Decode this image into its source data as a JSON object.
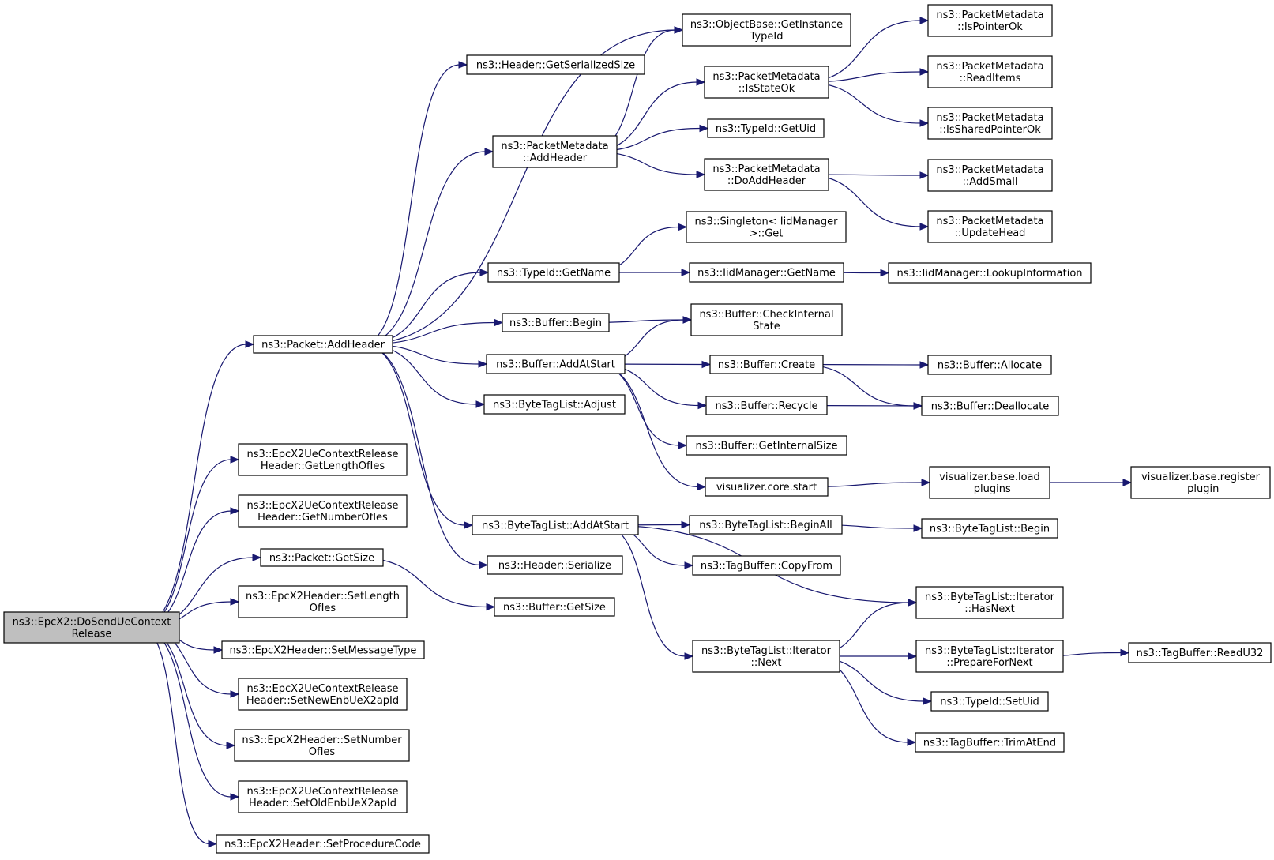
{
  "graph": {
    "root": "doSendUeContextRelease",
    "colors": {
      "edge": "#191970",
      "node_border": "#000000",
      "node_border_undocumented": "#ff0000",
      "root_fill": "#bfbfbf",
      "node_fill": "#ffffff"
    },
    "nodes": [
      {
        "id": "doSendUeContextRelease",
        "lines": [
          "ns3::EpcX2::DoSendUeContext",
          "Release"
        ],
        "style": "root"
      },
      {
        "id": "packetAddHeader",
        "lines": [
          "ns3::Packet::AddHeader"
        ]
      },
      {
        "id": "lenIes",
        "lines": [
          "ns3::EpcX2UeContextRelease",
          "Header::GetLengthOfIes"
        ]
      },
      {
        "id": "numIes",
        "lines": [
          "ns3::EpcX2UeContextRelease",
          "Header::GetNumberOfIes"
        ]
      },
      {
        "id": "packetGetSize",
        "lines": [
          "ns3::Packet::GetSize"
        ]
      },
      {
        "id": "setLengthOfIes",
        "lines": [
          "ns3::EpcX2Header::SetLength",
          "OfIes"
        ]
      },
      {
        "id": "setMessageType",
        "lines": [
          "ns3::EpcX2Header::SetMessageType"
        ]
      },
      {
        "id": "setNewEnb",
        "lines": [
          "ns3::EpcX2UeContextRelease",
          "Header::SetNewEnbUeX2apId"
        ]
      },
      {
        "id": "setNumberOfIes",
        "lines": [
          "ns3::EpcX2Header::SetNumber",
          "OfIes"
        ]
      },
      {
        "id": "setOldEnb",
        "lines": [
          "ns3::EpcX2UeContextRelease",
          "Header::SetOldEnbUeX2apId"
        ]
      },
      {
        "id": "setProcCode",
        "lines": [
          "ns3::EpcX2Header::SetProcedureCode"
        ]
      },
      {
        "id": "headerGetSerSize",
        "lines": [
          "ns3::Header::GetSerializedSize"
        ]
      },
      {
        "id": "objGetInstance",
        "lines": [
          "ns3::ObjectBase::GetInstance",
          "TypeId"
        ]
      },
      {
        "id": "pmAddHeader",
        "lines": [
          "ns3::PacketMetadata",
          "::AddHeader"
        ]
      },
      {
        "id": "typeIdGetName",
        "lines": [
          "ns3::TypeId::GetName"
        ]
      },
      {
        "id": "bufferBegin",
        "lines": [
          "ns3::Buffer::Begin"
        ]
      },
      {
        "id": "bufferAddAtStart",
        "lines": [
          "ns3::Buffer::AddAtStart"
        ]
      },
      {
        "id": "btlAdjust",
        "lines": [
          "ns3::ByteTagList::Adjust"
        ]
      },
      {
        "id": "btlAddAtStart",
        "lines": [
          "ns3::ByteTagList::AddAtStart"
        ]
      },
      {
        "id": "headerSerialize",
        "lines": [
          "ns3::Header::Serialize"
        ]
      },
      {
        "id": "bufferGetSize",
        "lines": [
          "ns3::Buffer::GetSize"
        ]
      },
      {
        "id": "pmIsStateOk",
        "lines": [
          "ns3::PacketMetadata",
          "::IsStateOk"
        ]
      },
      {
        "id": "typeIdGetUid",
        "lines": [
          "ns3::TypeId::GetUid"
        ]
      },
      {
        "id": "pmDoAddHeader",
        "lines": [
          "ns3::PacketMetadata",
          "::DoAddHeader"
        ]
      },
      {
        "id": "singletonGet",
        "lines": [
          "ns3::Singleton< IidManager",
          ">::Get"
        ]
      },
      {
        "id": "iidGetName",
        "lines": [
          "ns3::IidManager::GetName"
        ]
      },
      {
        "id": "bufferCheckInternal",
        "lines": [
          "ns3::Buffer::CheckInternal",
          "State"
        ]
      },
      {
        "id": "bufferCreate",
        "lines": [
          "ns3::Buffer::Create"
        ]
      },
      {
        "id": "bufferRecycle",
        "lines": [
          "ns3::Buffer::Recycle"
        ]
      },
      {
        "id": "bufferGetInternalSize",
        "lines": [
          "ns3::Buffer::GetInternalSize"
        ]
      },
      {
        "id": "vizCoreStart",
        "lines": [
          "visualizer.core.start"
        ]
      },
      {
        "id": "btlBeginAll",
        "lines": [
          "ns3::ByteTagList::BeginAll"
        ]
      },
      {
        "id": "tagBufCopyFrom",
        "lines": [
          "ns3::TagBuffer::CopyFrom"
        ]
      },
      {
        "id": "btlIterNext",
        "lines": [
          "ns3::ByteTagList::Iterator",
          "::Next"
        ]
      },
      {
        "id": "pmIsPointerOk",
        "lines": [
          "ns3::PacketMetadata",
          "::IsPointerOk"
        ]
      },
      {
        "id": "pmReadItems",
        "lines": [
          "ns3::PacketMetadata",
          "::ReadItems"
        ],
        "style": "red"
      },
      {
        "id": "pmIsSharedPointerOk",
        "lines": [
          "ns3::PacketMetadata",
          "::IsSharedPointerOk"
        ]
      },
      {
        "id": "pmAddSmall",
        "lines": [
          "ns3::PacketMetadata",
          "::AddSmall"
        ],
        "style": "red"
      },
      {
        "id": "pmUpdateHead",
        "lines": [
          "ns3::PacketMetadata",
          "::UpdateHead"
        ],
        "style": "red"
      },
      {
        "id": "iidLookup",
        "lines": [
          "ns3::IidManager::LookupInformation"
        ]
      },
      {
        "id": "bufferAllocate",
        "lines": [
          "ns3::Buffer::Allocate"
        ]
      },
      {
        "id": "bufferDeallocate",
        "lines": [
          "ns3::Buffer::Deallocate"
        ]
      },
      {
        "id": "vizLoadPlugins",
        "lines": [
          "visualizer.base.load",
          "_plugins"
        ]
      },
      {
        "id": "vizRegisterPlugin",
        "lines": [
          "visualizer.base.register",
          "_plugin"
        ]
      },
      {
        "id": "btlBegin",
        "lines": [
          "ns3::ByteTagList::Begin"
        ]
      },
      {
        "id": "btlIterHasNext",
        "lines": [
          "ns3::ByteTagList::Iterator",
          "::HasNext"
        ]
      },
      {
        "id": "btlIterPrepare",
        "lines": [
          "ns3::ByteTagList::Iterator",
          "::PrepareForNext"
        ]
      },
      {
        "id": "typeIdSetUid",
        "lines": [
          "ns3::TypeId::SetUid"
        ]
      },
      {
        "id": "tagBufTrimAtEnd",
        "lines": [
          "ns3::TagBuffer::TrimAtEnd"
        ]
      },
      {
        "id": "tagBufReadU32",
        "lines": [
          "ns3::TagBuffer::ReadU32"
        ],
        "style": "red"
      }
    ],
    "edges": [
      {
        "from": "doSendUeContextRelease",
        "to": "packetAddHeader"
      },
      {
        "from": "doSendUeContextRelease",
        "to": "lenIes"
      },
      {
        "from": "doSendUeContextRelease",
        "to": "numIes"
      },
      {
        "from": "doSendUeContextRelease",
        "to": "packetGetSize"
      },
      {
        "from": "doSendUeContextRelease",
        "to": "setLengthOfIes"
      },
      {
        "from": "doSendUeContextRelease",
        "to": "setMessageType"
      },
      {
        "from": "doSendUeContextRelease",
        "to": "setNewEnb"
      },
      {
        "from": "doSendUeContextRelease",
        "to": "setNumberOfIes"
      },
      {
        "from": "doSendUeContextRelease",
        "to": "setOldEnb"
      },
      {
        "from": "doSendUeContextRelease",
        "to": "setProcCode"
      },
      {
        "from": "packetAddHeader",
        "to": "headerGetSerSize"
      },
      {
        "from": "packetAddHeader",
        "to": "objGetInstance"
      },
      {
        "from": "packetAddHeader",
        "to": "pmAddHeader"
      },
      {
        "from": "packetAddHeader",
        "to": "typeIdGetName"
      },
      {
        "from": "packetAddHeader",
        "to": "bufferBegin"
      },
      {
        "from": "packetAddHeader",
        "to": "bufferAddAtStart"
      },
      {
        "from": "packetAddHeader",
        "to": "btlAdjust"
      },
      {
        "from": "packetAddHeader",
        "to": "btlAddAtStart"
      },
      {
        "from": "packetAddHeader",
        "to": "headerSerialize"
      },
      {
        "from": "packetGetSize",
        "to": "bufferGetSize"
      },
      {
        "from": "pmAddHeader",
        "to": "objGetInstance"
      },
      {
        "from": "pmAddHeader",
        "to": "pmIsStateOk"
      },
      {
        "from": "pmAddHeader",
        "to": "typeIdGetUid"
      },
      {
        "from": "pmAddHeader",
        "to": "pmDoAddHeader"
      },
      {
        "from": "pmIsStateOk",
        "to": "pmIsPointerOk"
      },
      {
        "from": "pmIsStateOk",
        "to": "pmReadItems"
      },
      {
        "from": "pmIsStateOk",
        "to": "pmIsSharedPointerOk"
      },
      {
        "from": "pmDoAddHeader",
        "to": "pmAddSmall"
      },
      {
        "from": "pmDoAddHeader",
        "to": "pmUpdateHead"
      },
      {
        "from": "typeIdGetName",
        "to": "singletonGet"
      },
      {
        "from": "typeIdGetName",
        "to": "iidGetName"
      },
      {
        "from": "iidGetName",
        "to": "iidLookup"
      },
      {
        "from": "bufferBegin",
        "to": "bufferCheckInternal"
      },
      {
        "from": "bufferAddAtStart",
        "to": "bufferCheckInternal"
      },
      {
        "from": "bufferAddAtStart",
        "to": "bufferCreate"
      },
      {
        "from": "bufferAddAtStart",
        "to": "bufferRecycle"
      },
      {
        "from": "bufferAddAtStart",
        "to": "bufferGetInternalSize"
      },
      {
        "from": "bufferAddAtStart",
        "to": "vizCoreStart"
      },
      {
        "from": "bufferCreate",
        "to": "bufferAllocate"
      },
      {
        "from": "bufferCreate",
        "to": "bufferDeallocate"
      },
      {
        "from": "bufferRecycle",
        "to": "bufferDeallocate"
      },
      {
        "from": "vizCoreStart",
        "to": "vizLoadPlugins"
      },
      {
        "from": "vizLoadPlugins",
        "to": "vizRegisterPlugin"
      },
      {
        "from": "btlAddAtStart",
        "to": "btlBeginAll"
      },
      {
        "from": "btlAddAtStart",
        "to": "tagBufCopyFrom"
      },
      {
        "from": "btlAddAtStart",
        "to": "btlIterHasNext"
      },
      {
        "from": "btlAddAtStart",
        "to": "btlIterNext"
      },
      {
        "from": "btlBeginAll",
        "to": "btlBegin"
      },
      {
        "from": "btlIterNext",
        "to": "btlIterHasNext"
      },
      {
        "from": "btlIterNext",
        "to": "btlIterPrepare"
      },
      {
        "from": "btlIterNext",
        "to": "typeIdSetUid"
      },
      {
        "from": "btlIterNext",
        "to": "tagBufTrimAtEnd"
      },
      {
        "from": "btlIterPrepare",
        "to": "tagBufReadU32"
      }
    ]
  }
}
